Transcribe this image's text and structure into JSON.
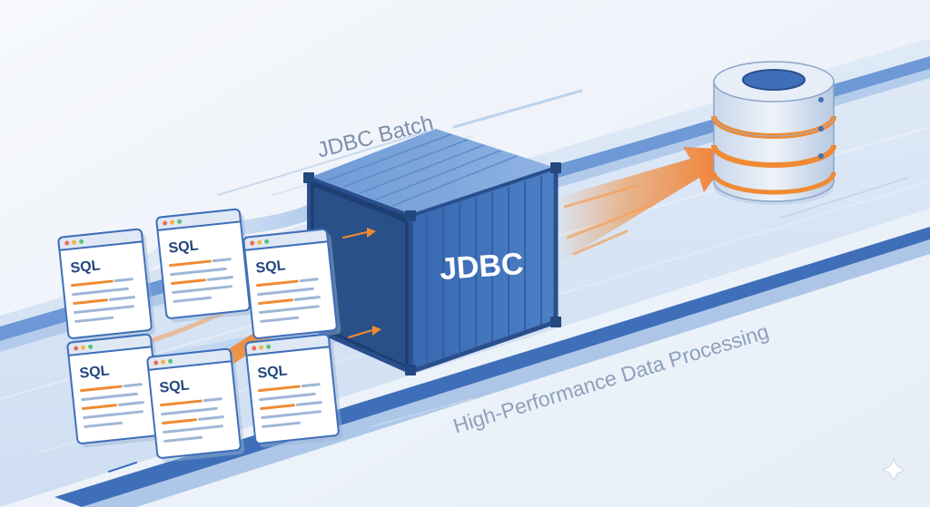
{
  "diagram": {
    "title": "JDBC Batch",
    "subtitle": "High-Performance Data Processing",
    "container_label": "JDBC",
    "documents": [
      {
        "label": "SQL"
      },
      {
        "label": "SQL"
      },
      {
        "label": "SQL"
      },
      {
        "label": "SQL"
      },
      {
        "label": "SQL"
      },
      {
        "label": "SQL"
      }
    ]
  },
  "colors": {
    "background": "#eef3fa",
    "rail": "#4f7ec6",
    "container": "#3e6fb6",
    "container_dark": "#2d5797",
    "accent_orange": "#f08a33",
    "stream_blue": "#7fb1e3",
    "database": "#d9e3ef",
    "doc_header_dots": [
      "#ef6b5a",
      "#f2b542",
      "#5ac27a"
    ]
  }
}
